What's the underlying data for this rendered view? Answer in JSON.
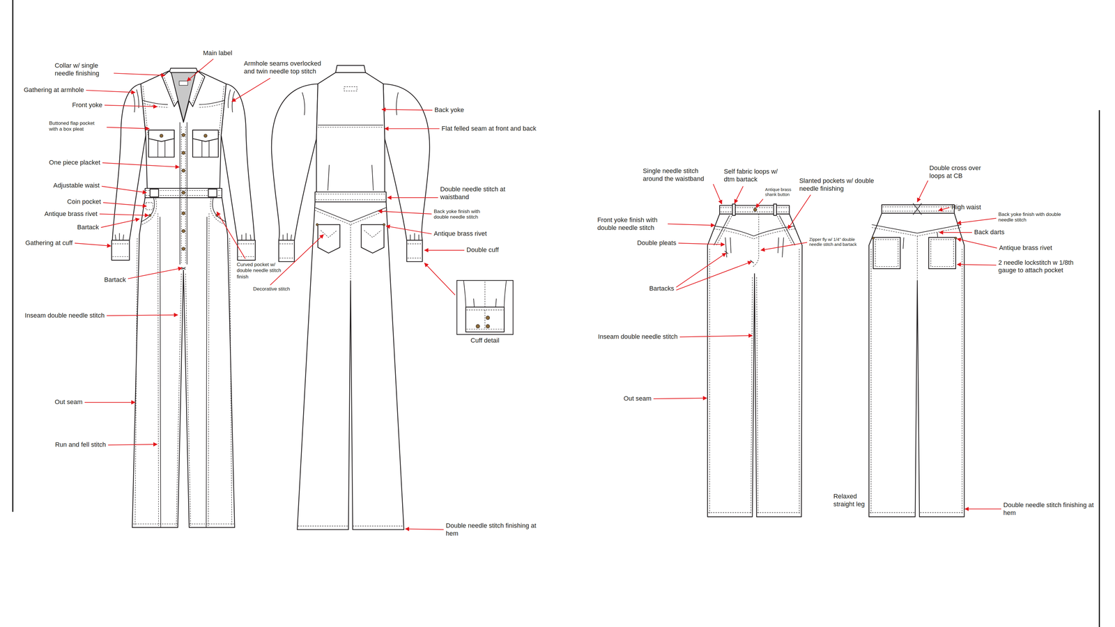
{
  "diagram": {
    "nodes": [
      {
        "text": [
          "Cuff detail"
        ]
      }
    ],
    "labels": [
      "Collar w/ single needle finishing",
      "Gathering at armhole",
      "Front yoke",
      "Buttoned flap pocket with a box pleat",
      "One piece placket",
      "Adjustable waist",
      "Coin pocket",
      "Antique brass rivet",
      "Bartack",
      "Gathering at cuff",
      "Bartack",
      "Inseam double needle stitch",
      "Out seam",
      "Run and fell stitch",
      "Main label",
      "Armhole seams overlocked and twin needle top stitch",
      "Curved pocket w/ double needle stitch finish",
      "Decorative stitch",
      "Back yoke",
      "Flat felled seam at front and back",
      "Double needle stitch at waistband",
      "Back yoke finish with double needle stitch",
      "Antique brass rivet",
      "Double cuff",
      "Double needle stitch finishing at hem",
      "Single needle stitch around the waistband",
      "Self fabric loops w/ dtm bartack",
      "Antique brass shank button",
      "Slanted pockets w/ double needle finishing",
      "Front yoke finish with double needle stitch",
      "Zipper fly w/ 1/4\" double needle stitch and bartack",
      "Double pleats",
      "Bartacks",
      "Inseam double needle stitch",
      "Out seam",
      "Relaxed straight leg",
      "Double cross over loops at CB",
      "High waist",
      "Back yoke finish with double needle stitch",
      "Back darts",
      "Antique brass rivet",
      "2 needle lockstitch w 1/8th gauge to attach pocket",
      "Double needle stitch finishing at hem"
    ]
  }
}
